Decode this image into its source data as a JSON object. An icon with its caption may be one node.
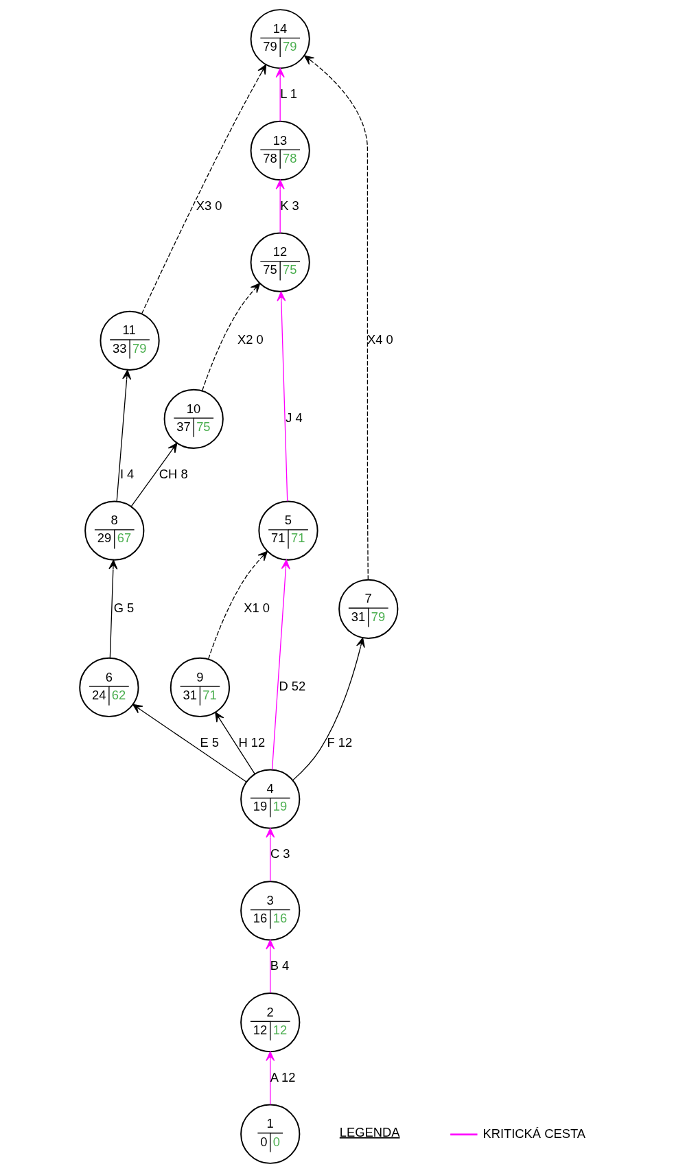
{
  "diagram": {
    "nodes": [
      {
        "text": [
          "1",
          "0",
          "0"
        ]
      },
      {
        "text": [
          "2",
          "12",
          "12"
        ]
      },
      {
        "text": [
          "3",
          "16",
          "16"
        ]
      },
      {
        "text": [
          "4",
          "19",
          "19"
        ]
      },
      {
        "text": [
          "6",
          "24",
          "62"
        ]
      },
      {
        "text": [
          "7",
          "31",
          "79"
        ]
      },
      {
        "text": [
          "5",
          "71",
          "71"
        ]
      },
      {
        "text": [
          "9",
          "31",
          "71"
        ]
      },
      {
        "text": [
          "8",
          "29",
          "67"
        ]
      },
      {
        "text": [
          "10",
          "37",
          "75"
        ]
      },
      {
        "text": [
          "12",
          "75",
          "75"
        ]
      },
      {
        "text": [
          "11",
          "33",
          "79"
        ]
      },
      {
        "text": [
          "13",
          "78",
          "78"
        ]
      },
      {
        "text": [
          "14",
          "79",
          "79"
        ]
      }
    ],
    "edges": [
      {
        "from": 0,
        "to": 1,
        "arrow": "to",
        "label": "A 12",
        "color": "#ff00ff"
      },
      {
        "from": 1,
        "to": 2,
        "arrow": "to",
        "label": "B 4",
        "color": "#ff00ff"
      },
      {
        "from": 2,
        "to": 3,
        "arrow": "to",
        "label": "C 3",
        "color": "#ff00ff"
      },
      {
        "from": 3,
        "to": 4,
        "arrow": "to",
        "label": "E 5"
      },
      {
        "from": 3,
        "to": 5,
        "arrow": "to",
        "label": "F 12"
      },
      {
        "from": 3,
        "to": 6,
        "arrow": "to",
        "label": "D 52",
        "color": "#ff00ff"
      },
      {
        "from": 3,
        "to": 7,
        "arrow": "to",
        "label": "H 12"
      },
      {
        "from": 7,
        "to": 6,
        "arrow": "to",
        "label": "X1 0",
        "style": "dashed"
      },
      {
        "from": 4,
        "to": 8,
        "arrow": "to",
        "label": "G 5"
      },
      {
        "from": 8,
        "to": 9,
        "arrow": "to",
        "label": "CH 8"
      },
      {
        "from": 8,
        "to": 11,
        "arrow": "to",
        "label": "I 4"
      },
      {
        "from": 5,
        "to": 13,
        "arrow": "to",
        "label": "X4 0",
        "style": "dashed"
      },
      {
        "from": 9,
        "to": 10,
        "arrow": "to",
        "label": "X2 0",
        "style": "dashed"
      },
      {
        "from": 6,
        "to": 10,
        "arrow": "to",
        "label": "J 4",
        "color": "#ff00ff"
      },
      {
        "from": 10,
        "to": 12,
        "arrow": "to",
        "label": "K 3",
        "color": "#ff00ff"
      },
      {
        "from": 12,
        "to": 13,
        "arrow": "to",
        "label": "L 1",
        "color": "#ff00ff"
      },
      {
        "from": 11,
        "to": 13,
        "arrow": "to",
        "label": "X3 0",
        "style": "dashed"
      }
    ],
    "labels": [
      "LEGENDA"
    ],
    "legend": [
      {
        "text": "KRITICKÁ CESTA"
      }
    ]
  }
}
